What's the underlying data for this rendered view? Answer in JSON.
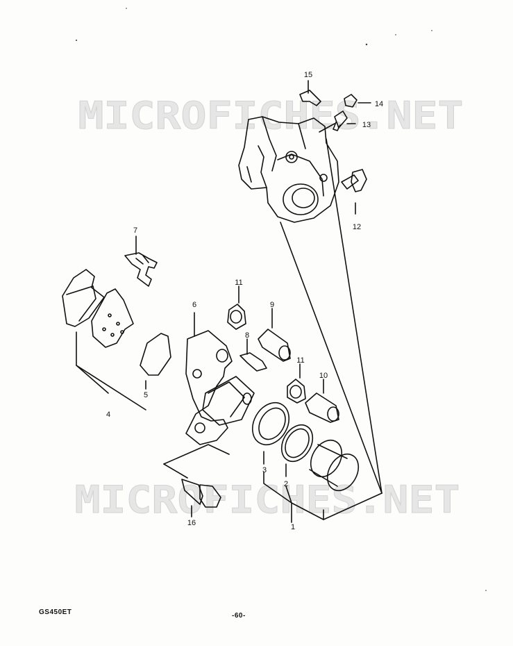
{
  "watermark": {
    "text": "MICROFICHES.NET"
  },
  "diagram": {
    "callouts": [
      {
        "id": "c1",
        "text": "1",
        "part": "caliper-piston-seal-set"
      },
      {
        "id": "c2",
        "text": "2",
        "part": "piston-seal"
      },
      {
        "id": "c3",
        "text": "3",
        "part": "dust-seal"
      },
      {
        "id": "c4",
        "text": "4",
        "part": "brake-pad-set"
      },
      {
        "id": "c5",
        "text": "5",
        "part": "pad-shim"
      },
      {
        "id": "c6",
        "text": "6",
        "part": "caliper-holder"
      },
      {
        "id": "c7",
        "text": "7",
        "part": "pad-spring"
      },
      {
        "id": "c8",
        "text": "8",
        "part": "pad-mounting-pin-clip"
      },
      {
        "id": "c9",
        "text": "9",
        "part": "slide-pin"
      },
      {
        "id": "c10",
        "text": "10",
        "part": "slide-pin"
      },
      {
        "id": "c11a",
        "text": "11",
        "part": "slide-pin-boot"
      },
      {
        "id": "c11b",
        "text": "11",
        "part": "slide-pin-boot"
      },
      {
        "id": "c12",
        "text": "12",
        "part": "caliper-bolt"
      },
      {
        "id": "c13",
        "text": "13",
        "part": "bleeder-valve"
      },
      {
        "id": "c14",
        "text": "14",
        "part": "bleeder-cap"
      },
      {
        "id": "c15",
        "text": "15",
        "part": "pad-retainer-clip"
      },
      {
        "id": "c16",
        "text": "16",
        "part": "mounting-bolt"
      }
    ]
  },
  "footer": {
    "model": "GS450ET",
    "page_number": "-60-"
  }
}
